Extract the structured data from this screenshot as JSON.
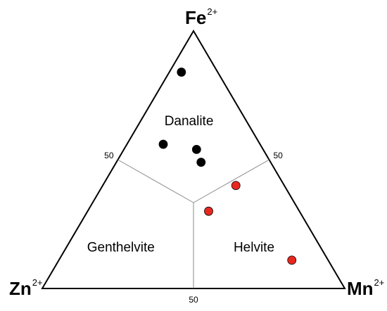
{
  "chart_data": {
    "type": "ternary",
    "vertices": {
      "top": {
        "symbol": "Fe",
        "charge": "2+"
      },
      "left": {
        "symbol": "Zn",
        "charge": "2+"
      },
      "right": {
        "symbol": "Mn",
        "charge": "2+"
      }
    },
    "ticks": [
      {
        "label": "50",
        "side": "left",
        "fe": 50,
        "zn": 50,
        "mn": 0
      },
      {
        "label": "50",
        "side": "right",
        "fe": 50,
        "zn": 0,
        "mn": 50
      },
      {
        "label": "50",
        "side": "bottom",
        "fe": 0,
        "zn": 50,
        "mn": 50
      }
    ],
    "fields": [
      {
        "name": "Danalite",
        "fe": 65,
        "zn": 19,
        "mn": 16
      },
      {
        "name": "Genthelvite",
        "fe": 16,
        "zn": 66,
        "mn": 18
      },
      {
        "name": "Helvite",
        "fe": 16,
        "zn": 22,
        "mn": 62
      }
    ],
    "boundaries": {
      "center": {
        "fe": 33.3,
        "zn": 33.3,
        "mn": 33.3
      }
    },
    "series": [
      {
        "color": "#000000",
        "points": [
          {
            "fe": 84,
            "zn": 12,
            "mn": 4
          },
          {
            "fe": 56,
            "zn": 32,
            "mn": 12
          },
          {
            "fe": 54,
            "zn": 22,
            "mn": 24
          },
          {
            "fe": 49,
            "zn": 23,
            "mn": 28
          }
        ]
      },
      {
        "color": "#e8281e",
        "points": [
          {
            "fe": 40,
            "zn": 16,
            "mn": 44
          },
          {
            "fe": 30,
            "zn": 30,
            "mn": 40
          },
          {
            "fe": 11,
            "zn": 12,
            "mn": 77
          }
        ]
      }
    ]
  }
}
